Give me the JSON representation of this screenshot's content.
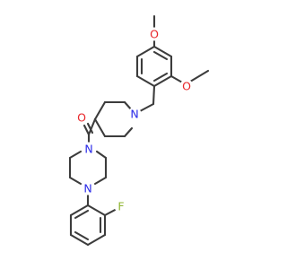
{
  "molecule": {
    "atom_labels": {
      "o_methoxy_top": "O",
      "o_methoxy_right": "O",
      "n_piperidine": "N",
      "o_carbonyl": "O",
      "n_piperazine_top": "N",
      "n_piperazine_bottom": "N",
      "f_fluoro": "F"
    },
    "colors": {
      "bond": "#3c3c3c",
      "oxygen": "#e8262a",
      "nitrogen": "#2a2ae8",
      "fluorine": "#8fb531",
      "background": "#ffffff"
    }
  }
}
